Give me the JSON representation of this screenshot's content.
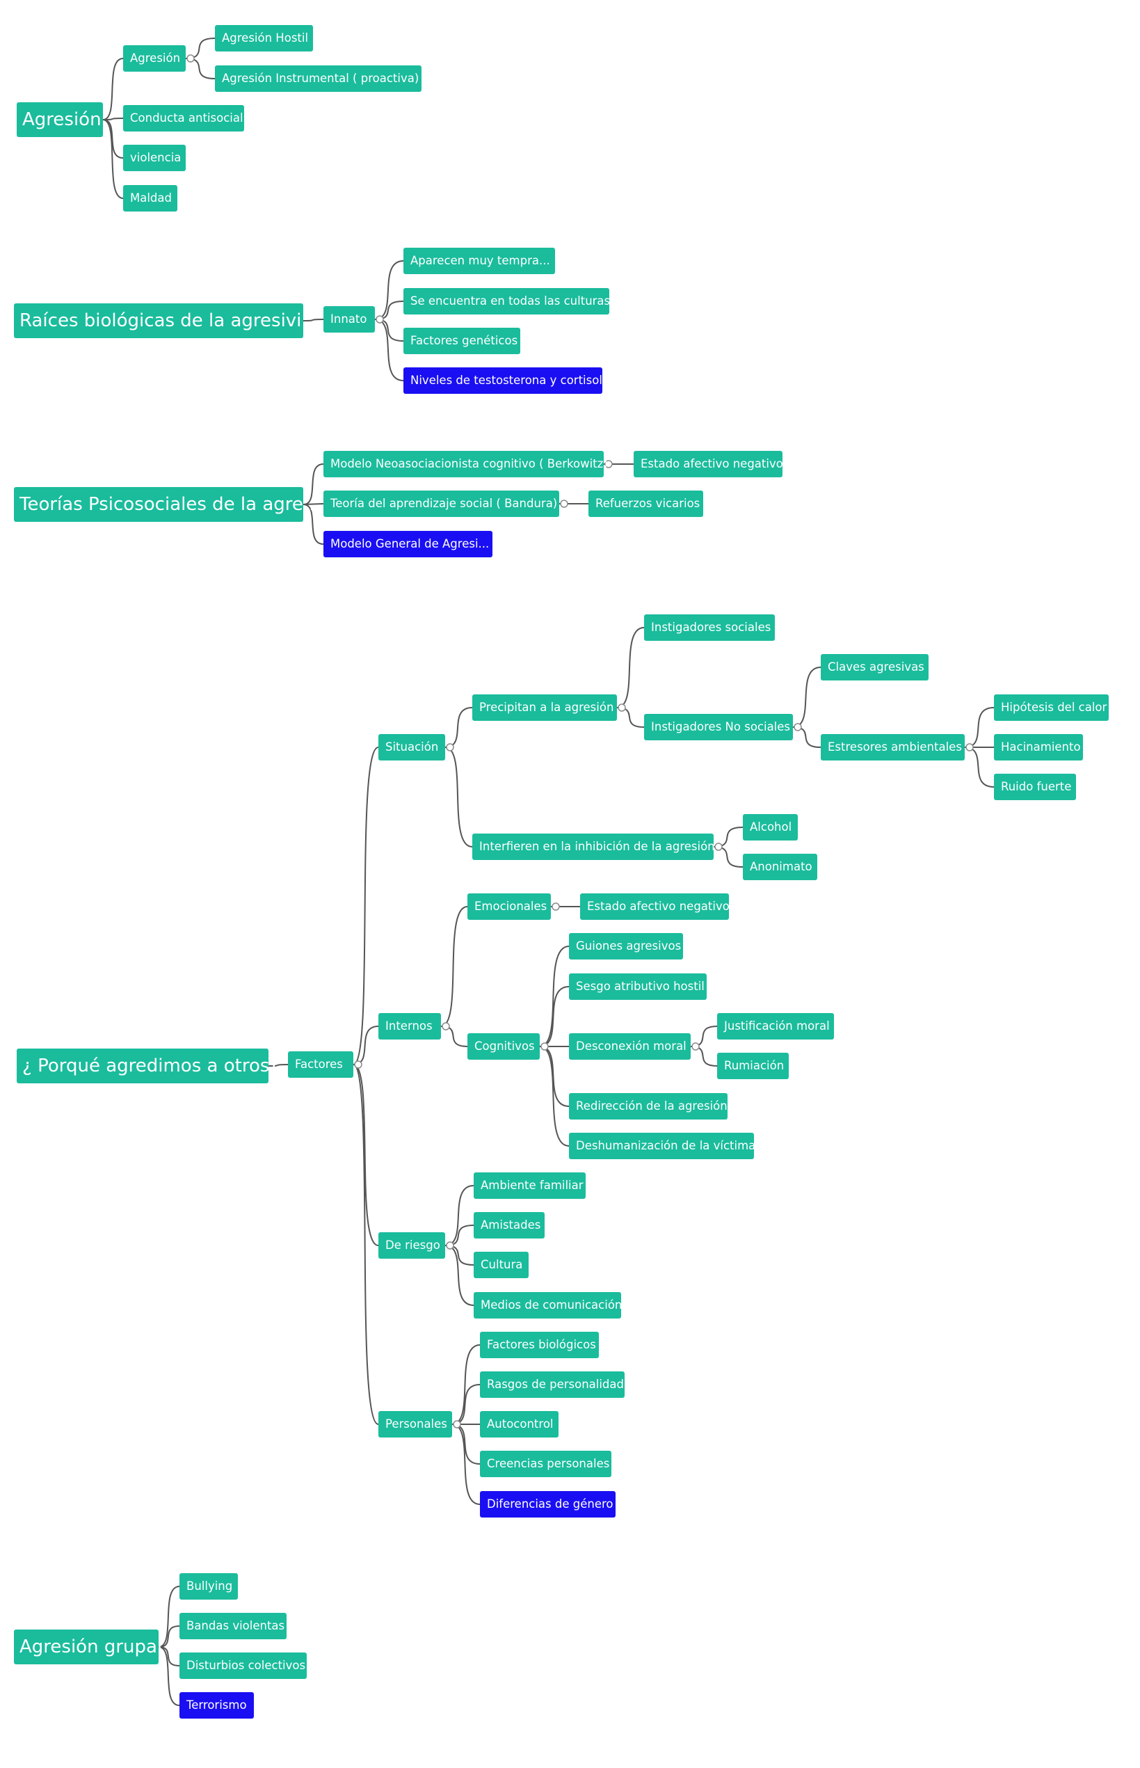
{
  "colors": {
    "node": "#1abc9c",
    "highlight": "#1a0ff2",
    "text": "#ffffff",
    "edge": "#555555"
  },
  "nodes": [
    {
      "id": "agresion_root",
      "text": "Agresión",
      "root": true
    },
    {
      "id": "agresion_sub",
      "text": "Agresión",
      "parent": "agresion_root"
    },
    {
      "id": "hostil",
      "text": "Agresión Hostil",
      "parent": "agresion_sub"
    },
    {
      "id": "instrumental",
      "text": "Agresión Instrumental ( proactiva)",
      "parent": "agresion_sub"
    },
    {
      "id": "antisocial",
      "text": "Conducta antisocial",
      "parent": "agresion_root"
    },
    {
      "id": "violencia",
      "text": "violencia",
      "parent": "agresion_root"
    },
    {
      "id": "maldad",
      "text": "Maldad",
      "parent": "agresion_root"
    },
    {
      "id": "raices",
      "text": "Raíces biológicas de la agresivi...",
      "root": true
    },
    {
      "id": "innato",
      "text": "Innato",
      "parent": "raices"
    },
    {
      "id": "aparecen",
      "text": "Aparecen muy tempra...",
      "parent": "innato"
    },
    {
      "id": "culturas",
      "text": "Se encuentra en todas las culturas",
      "parent": "innato"
    },
    {
      "id": "geneticos",
      "text": "Factores genéticos",
      "parent": "innato"
    },
    {
      "id": "testosterona",
      "text": "Niveles de testosterona y cortisol",
      "parent": "innato",
      "highlight": true
    },
    {
      "id": "teorias",
      "text": "Teorías Psicosociales de la agre...",
      "root": true
    },
    {
      "id": "neoasoc",
      "text": "Modelo Neoasociacionista cognitivo ( Berkowitz)",
      "parent": "teorias"
    },
    {
      "id": "estado_neg1",
      "text": "Estado afectivo negativo",
      "parent": "neoasoc"
    },
    {
      "id": "aprendizaje",
      "text": "Teoría del aprendizaje social ( Bandura)",
      "parent": "teorias"
    },
    {
      "id": "refuerzos",
      "text": "Refuerzos vicarios",
      "parent": "aprendizaje"
    },
    {
      "id": "modelo_general",
      "text": "Modelo General de Agresi...",
      "parent": "teorias",
      "highlight": true
    },
    {
      "id": "porque",
      "text": "¿ Porqué agredimos a otros?",
      "root": true
    },
    {
      "id": "factores",
      "text": "Factores",
      "parent": "porque"
    },
    {
      "id": "situacion",
      "text": "Situación",
      "parent": "factores"
    },
    {
      "id": "precipitan",
      "text": "Precipitan a la agresión",
      "parent": "situacion"
    },
    {
      "id": "inst_sociales",
      "text": "Instigadores sociales",
      "parent": "precipitan"
    },
    {
      "id": "inst_no_sociales",
      "text": "Instigadores No sociales",
      "parent": "precipitan"
    },
    {
      "id": "claves",
      "text": "Claves agresivas",
      "parent": "inst_no_sociales"
    },
    {
      "id": "estresores",
      "text": "Estresores ambientales",
      "parent": "inst_no_sociales"
    },
    {
      "id": "calor",
      "text": "Hipótesis del calor",
      "parent": "estresores"
    },
    {
      "id": "hacinamiento",
      "text": "Hacinamiento",
      "parent": "estresores"
    },
    {
      "id": "ruido",
      "text": "Ruido fuerte",
      "parent": "estresores"
    },
    {
      "id": "interfieren",
      "text": "Interfieren en la inhibición de la agresión",
      "parent": "situacion"
    },
    {
      "id": "alcohol",
      "text": "Alcohol",
      "parent": "interfieren"
    },
    {
      "id": "anonimato",
      "text": "Anonimato",
      "parent": "interfieren"
    },
    {
      "id": "internos",
      "text": "Internos",
      "parent": "factores"
    },
    {
      "id": "emocionales",
      "text": "Emocionales",
      "parent": "internos"
    },
    {
      "id": "estado_neg2",
      "text": "Estado afectivo negativo",
      "parent": "emocionales"
    },
    {
      "id": "cognitivos",
      "text": "Cognitivos",
      "parent": "internos"
    },
    {
      "id": "guiones",
      "text": "Guiones agresivos",
      "parent": "cognitivos"
    },
    {
      "id": "sesgo",
      "text": "Sesgo atributivo hostil",
      "parent": "cognitivos"
    },
    {
      "id": "desconexion",
      "text": "Desconexión moral",
      "parent": "cognitivos"
    },
    {
      "id": "justificacion",
      "text": "Justificación moral",
      "parent": "desconexion"
    },
    {
      "id": "rumiacion",
      "text": "Rumiación",
      "parent": "desconexion"
    },
    {
      "id": "redireccion",
      "text": "Redirección de la agresión",
      "parent": "cognitivos"
    },
    {
      "id": "deshumanizacion",
      "text": "Deshumanización de la víctima",
      "parent": "cognitivos"
    },
    {
      "id": "riesgo",
      "text": "De riesgo",
      "parent": "factores"
    },
    {
      "id": "familiar",
      "text": "Ambiente familiar",
      "parent": "riesgo"
    },
    {
      "id": "amistades",
      "text": "Amistades",
      "parent": "riesgo"
    },
    {
      "id": "cultura",
      "text": "Cultura",
      "parent": "riesgo"
    },
    {
      "id": "medios",
      "text": "Medios de comunicación",
      "parent": "riesgo"
    },
    {
      "id": "personales",
      "text": "Personales",
      "parent": "factores"
    },
    {
      "id": "biologicos",
      "text": "Factores biológicos",
      "parent": "personales"
    },
    {
      "id": "rasgos",
      "text": "Rasgos de personalidad",
      "parent": "personales"
    },
    {
      "id": "autocontrol",
      "text": "Autocontrol",
      "parent": "personales"
    },
    {
      "id": "creencias",
      "text": "Creencias personales",
      "parent": "personales"
    },
    {
      "id": "genero",
      "text": "Diferencias de género",
      "parent": "personales",
      "highlight": true
    },
    {
      "id": "grupal",
      "text": "Agresión grupal",
      "root": true
    },
    {
      "id": "bullying",
      "text": "Bullying",
      "parent": "grupal"
    },
    {
      "id": "bandas",
      "text": "Bandas violentas",
      "parent": "grupal"
    },
    {
      "id": "disturbios",
      "text": "Disturbios colectivos",
      "parent": "grupal"
    },
    {
      "id": "terrorismo",
      "text": "Terrorismo",
      "parent": "grupal",
      "highlight": true
    }
  ]
}
